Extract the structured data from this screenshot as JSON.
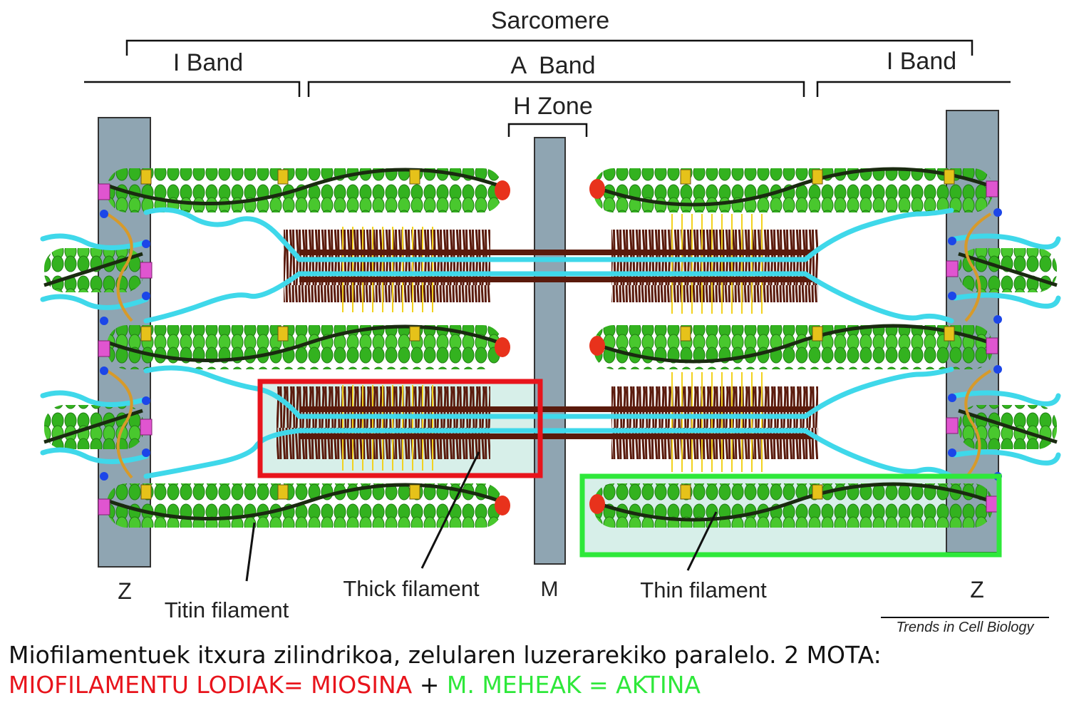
{
  "labels": {
    "sarcomere": "Sarcomere",
    "i_band_left": "I Band",
    "a_band": "A  Band",
    "i_band_right": "I Band",
    "h_zone": "H Zone",
    "z_left": "Z",
    "m_line": "M",
    "z_right": "Z",
    "titin": "Titin filament",
    "thick": "Thick filament",
    "thin": "Thin filament",
    "credit": "Trends in Cell Biology"
  },
  "caption": {
    "line1": "Miofilamentuek itxura zilindrikoa, zelularen luzerarekiko paralelo. 2 MOTA:",
    "thick_part": "MIOFILAMENTU LODIAK= MIOSINA",
    "plus": " + ",
    "thin_part": "M. MEHEAK = AKTINA"
  },
  "colors": {
    "disc": "#8fa5b2",
    "actin": "#33b21f",
    "myosin": "#5a1a0c",
    "titin": "#3fd8ea",
    "troponin": "#e6c21a",
    "cap": "#e8321c",
    "highlight_thick": "#e8141c",
    "highlight_thin": "#2ee83a"
  }
}
